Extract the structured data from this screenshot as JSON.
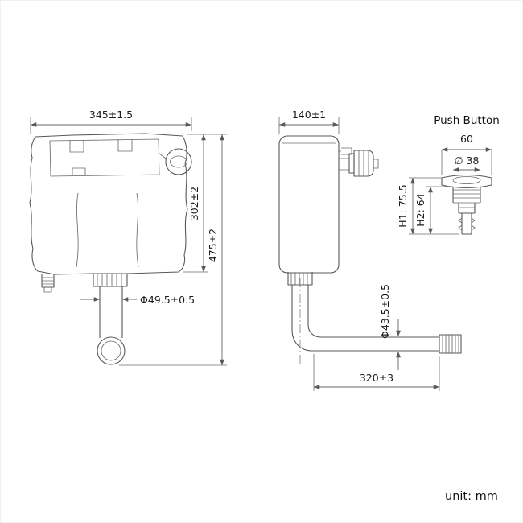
{
  "meta": {
    "background_color": "#ffffff",
    "line_color": "#57585a",
    "text_color": "#1b1b1c"
  },
  "front_view": {
    "width_dim": "345±1.5",
    "body_height_dim": "302±2",
    "total_height_dim": "475±2",
    "outlet_diameter_dim": "Φ49.5±0.5"
  },
  "side_view": {
    "depth_dim": "140±1",
    "outlet_pipe_diameter_dim": "Φ43.5±0.5",
    "outlet_pipe_length_dim": "320±3"
  },
  "push_button": {
    "title": "Push Button",
    "width_dim": "60",
    "button_diameter_dim": "∅ 38",
    "height1_dim": "H1: 75.5",
    "height2_dim": "H2: 64"
  },
  "footer": {
    "unit_label": "unit: mm"
  }
}
